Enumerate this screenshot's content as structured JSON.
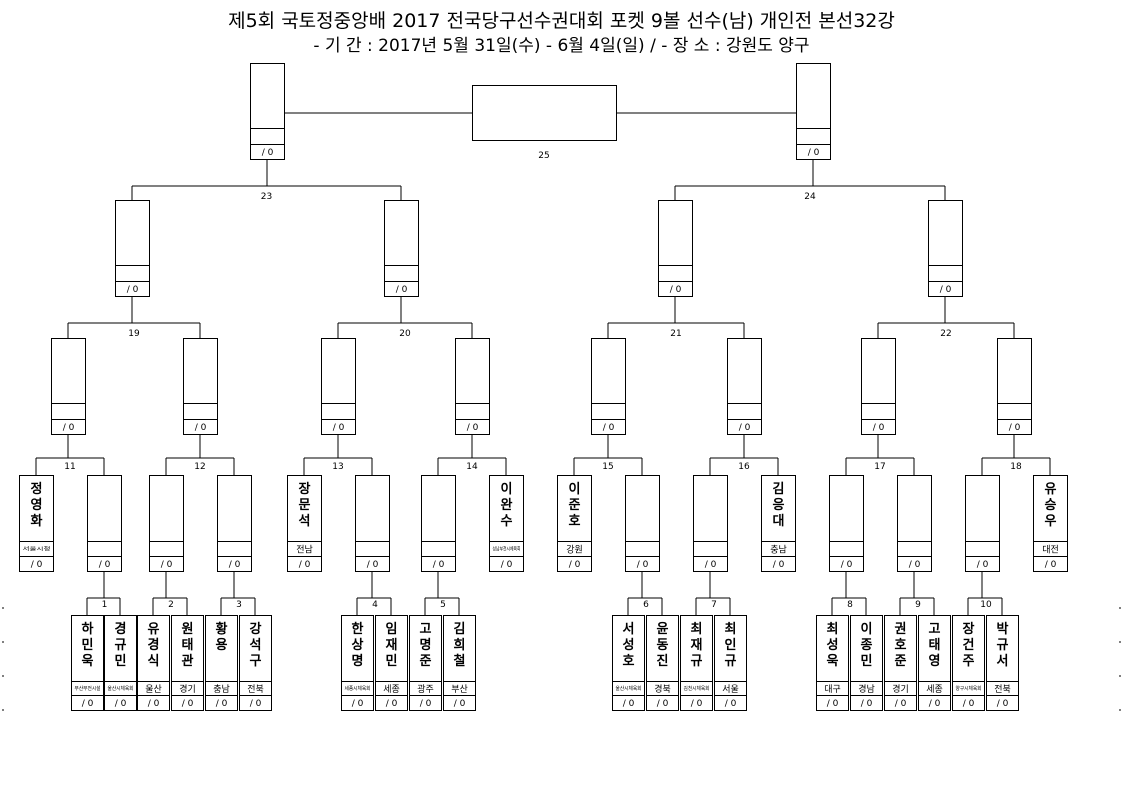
{
  "header": {
    "title": "제5회 국토정중앙배 2017 전국당구선수권대회 포켓 9볼 선수(남) 개인전 본선32강",
    "subtitle": "- 기 간 : 2017년 5월 31일(수) - 6월 4일(일) / - 장 소 : 강원도 양구"
  },
  "score_text": "/ 0",
  "matches": [
    {
      "no": "1"
    },
    {
      "no": "2"
    },
    {
      "no": "3"
    },
    {
      "no": "4"
    },
    {
      "no": "5"
    },
    {
      "no": "6"
    },
    {
      "no": "7"
    },
    {
      "no": "8"
    },
    {
      "no": "9"
    },
    {
      "no": "10"
    },
    {
      "no": "11"
    },
    {
      "no": "12"
    },
    {
      "no": "13"
    },
    {
      "no": "14"
    },
    {
      "no": "15"
    },
    {
      "no": "16"
    },
    {
      "no": "17"
    },
    {
      "no": "18"
    },
    {
      "no": "19"
    },
    {
      "no": "20"
    },
    {
      "no": "21"
    },
    {
      "no": "22"
    },
    {
      "no": "23"
    },
    {
      "no": "24"
    },
    {
      "no": "25"
    }
  ],
  "players_r1": [
    {
      "name": "하민욱",
      "region": "부산부전시설"
    },
    {
      "name": "경규민",
      "region": "울산시체육회"
    },
    {
      "name": "유경식",
      "region": "울산"
    },
    {
      "name": "원태관",
      "region": "경기"
    },
    {
      "name": "황용",
      "region": "충남"
    },
    {
      "name": "강석구",
      "region": "전북"
    },
    {
      "name": "한상명",
      "region": "세종시체육회"
    },
    {
      "name": "임재민",
      "region": "세종"
    },
    {
      "name": "고명준",
      "region": "광주"
    },
    {
      "name": "김희철",
      "region": "부산"
    },
    {
      "name": "서성호",
      "region": "울산시체육회"
    },
    {
      "name": "윤동진",
      "region": "경북"
    },
    {
      "name": "최재규",
      "region": "김천시체육회"
    },
    {
      "name": "최인규",
      "region": "서울"
    },
    {
      "name": "최성욱",
      "region": "대구"
    },
    {
      "name": "이종민",
      "region": "경남"
    },
    {
      "name": "권호준",
      "region": "경기"
    },
    {
      "name": "고태영",
      "region": "세종"
    },
    {
      "name": "장건주",
      "region": "양구시체육회"
    },
    {
      "name": "박규서",
      "region": "전북"
    }
  ],
  "players_r2": [
    {
      "name": "정영화",
      "region": "서울시청"
    },
    {
      "name": "",
      "region": ""
    },
    {
      "name": "",
      "region": ""
    },
    {
      "name": "",
      "region": ""
    },
    {
      "name": "장문석",
      "region": "전남"
    },
    {
      "name": "",
      "region": ""
    },
    {
      "name": "",
      "region": ""
    },
    {
      "name": "이완수",
      "region": "성남부천시체육회"
    },
    {
      "name": "이준호",
      "region": "강원"
    },
    {
      "name": "",
      "region": ""
    },
    {
      "name": "",
      "region": ""
    },
    {
      "name": "김응대",
      "region": "충남"
    },
    {
      "name": "",
      "region": ""
    },
    {
      "name": "",
      "region": ""
    },
    {
      "name": "",
      "region": ""
    },
    {
      "name": "유승우",
      "region": "대전"
    }
  ]
}
